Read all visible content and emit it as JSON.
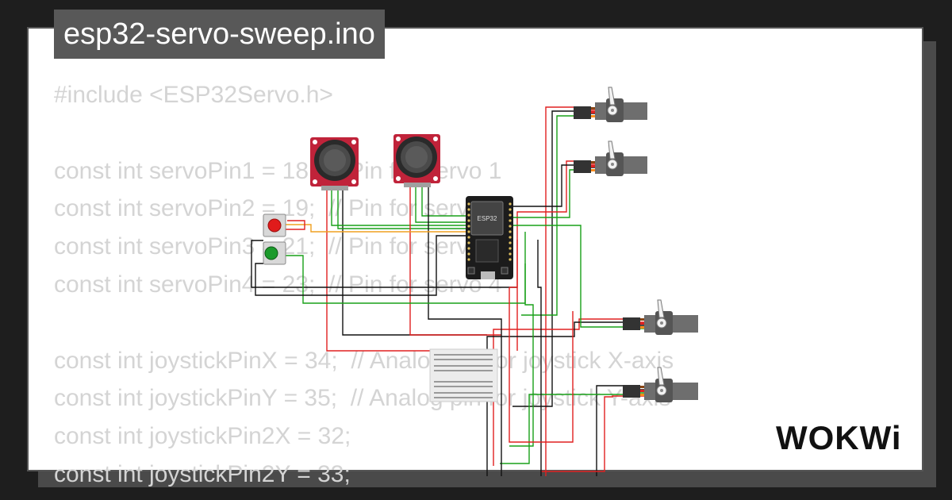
{
  "window": {
    "title": "esp32-servo-sweep.ino"
  },
  "code": {
    "lines": [
      "#include <ESP32Servo.h>",
      "",
      "const int servoPin1 = 18;  // Pin for servo 1",
      "const int servoPin2 = 19;  // Pin for servo 2",
      "const int servoPin3 = 21;  // Pin for servo 3",
      "const int servoPin4 = 23;  // Pin for servo 4",
      "",
      "const int joystickPinX = 34;  // Analog pin for joystick X-axis",
      "const int joystickPinY = 35;  // Analog pin for joystick Y-axis",
      "const int joystickPin2X = 32;",
      "const int joystickPin2Y = 33;"
    ]
  },
  "diagram": {
    "esp32_label": "ESP32"
  },
  "brand": {
    "logo_text": "WOKWi"
  },
  "colors": {
    "background": "#1e1e1e",
    "title_bar": "#585858",
    "code_text": "#d4d4d4",
    "joystick_pcb": "#c0233a",
    "button_red": "#e01b1b",
    "button_green": "#1b9a2b",
    "servo_body": "#6e6e6e",
    "servo_horn": "#f2f2f2",
    "wire_red": "#e02020",
    "wire_black": "#111111",
    "wire_green": "#18a018",
    "wire_orange": "#ff8c1a",
    "wire_yellow": "#f0a020"
  },
  "icons": [
    "wokwi-logo"
  ]
}
